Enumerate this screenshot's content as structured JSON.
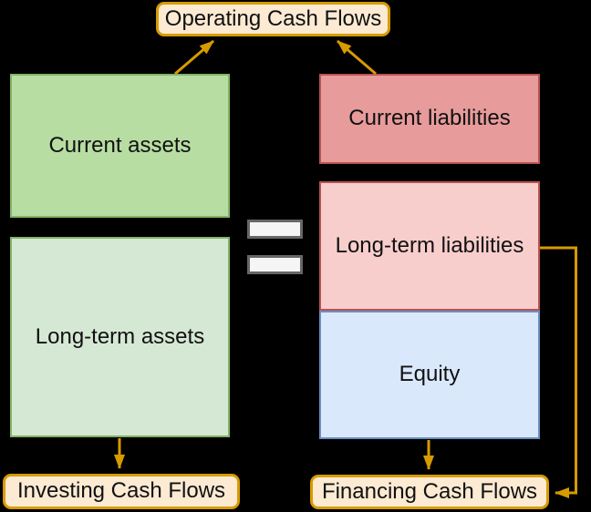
{
  "diagram": {
    "nodes": {
      "operating_cash_flows": {
        "label": "Operating Cash Flows"
      },
      "current_assets": {
        "label": "Current assets"
      },
      "long_term_assets": {
        "label": "Long-term assets"
      },
      "current_liabilities": {
        "label": "Current liabilities"
      },
      "long_term_liabilities": {
        "label": "Long-term liabilities"
      },
      "equity": {
        "label": "Equity"
      },
      "investing_cash_flows": {
        "label": "Investing Cash Flows"
      },
      "financing_cash_flows": {
        "label": "Financing Cash Flows"
      }
    },
    "edges": [
      {
        "from": "current_assets",
        "to": "operating_cash_flows"
      },
      {
        "from": "current_liabilities",
        "to": "operating_cash_flows"
      },
      {
        "from": "long_term_assets",
        "to": "investing_cash_flows"
      },
      {
        "from": "equity",
        "to": "financing_cash_flows"
      },
      {
        "from": "long_term_liabilities",
        "to": "financing_cash_flows"
      }
    ],
    "colors": {
      "arrow_color": "#d79b00",
      "flow_fill": "#fcead3",
      "flow_border": "#d79b00",
      "ca_fill": "#b7dda3",
      "ca_border": "#82b366",
      "lta_fill": "#d5e8d4",
      "lta_border": "#82b366",
      "cl_fill": "#e79b9b",
      "cl_border": "#b85450",
      "ltl_fill": "#f8cecc",
      "ltl_border": "#b85450",
      "eq_fill": "#dae8fc",
      "eq_border": "#6c8ebf",
      "equals_fill": "#f5f5f5",
      "equals_border": "#666666",
      "background": "#000000",
      "text_color": "#111111"
    }
  }
}
